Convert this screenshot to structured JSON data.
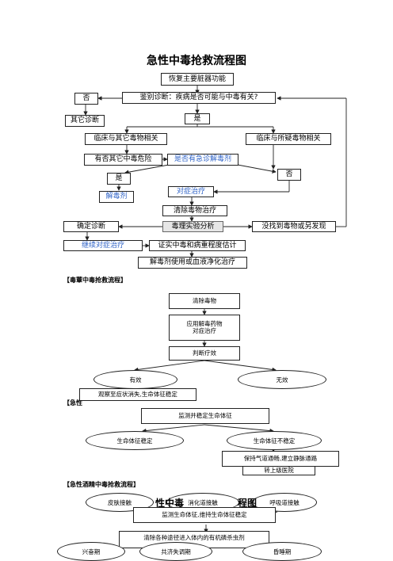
{
  "title": "急性中毒抢救流程图",
  "main_flow": {
    "restore_function": "恢复主要脏器功能",
    "differential": "鉴别诊断：疾病是否可能与中毒有关?",
    "no_1": "否",
    "other_diagnosis": "其它诊断",
    "yes_1": "是",
    "clinical_other_poison": "临床与其它毒物相关",
    "clinical_suspected": "临床与所疑毒物相关",
    "other_poison_danger": "有否其它中毒危险",
    "has_antidote": "是否有急诊解毒剂",
    "yes_2": "是",
    "no_2": "否",
    "antidote": "解毒剂",
    "symptomatic": "对症治疗",
    "remove_poison": "清除毒物治疗",
    "toxicology": "毒理实验分析",
    "confirm_diagnosis": "确定诊断",
    "not_found": "没找到毒物或另发现",
    "continue_symptomatic": "继续对症治疗",
    "confirm_severity": "证实中毒和病重程度估计",
    "antidote_or_purification": "解毒剂使用或血液净化治疗"
  },
  "pesticide": {
    "label": "【毒蕈中毒抢救流程】",
    "remove_poison": "清除毒物",
    "apply_antidote": "应用解毒药物",
    "symptomatic": "对症治疗",
    "judge_effect": "判断疗效",
    "effective": "有效",
    "ineffective": "无效",
    "observe": "观察至症状消失,生命体征稳定"
  },
  "gas": {
    "label": "【急性",
    "monitor": "监测并稳定生命体征",
    "stable": "生命体征稳定",
    "unstable": "生命体征不稳定",
    "airway": "保持气道通畅,建立静脉通路",
    "transfer": "转上级医院"
  },
  "alcohol": {
    "label": "【急性酒精中毒抢救流程】",
    "overlay_title": "性中毒",
    "overlay_title_2": "程图",
    "skin": "皮肤接触",
    "digestive": "消化道接触",
    "respiratory": "呼吸道接触",
    "monitor": "监测生命体征,维持生命体征稳定",
    "remove": "清除各种途径进入体内的有机磷杀虫剂",
    "excited": "兴奋期",
    "ataxia": "共济失调期",
    "coma": "昏睡期"
  }
}
